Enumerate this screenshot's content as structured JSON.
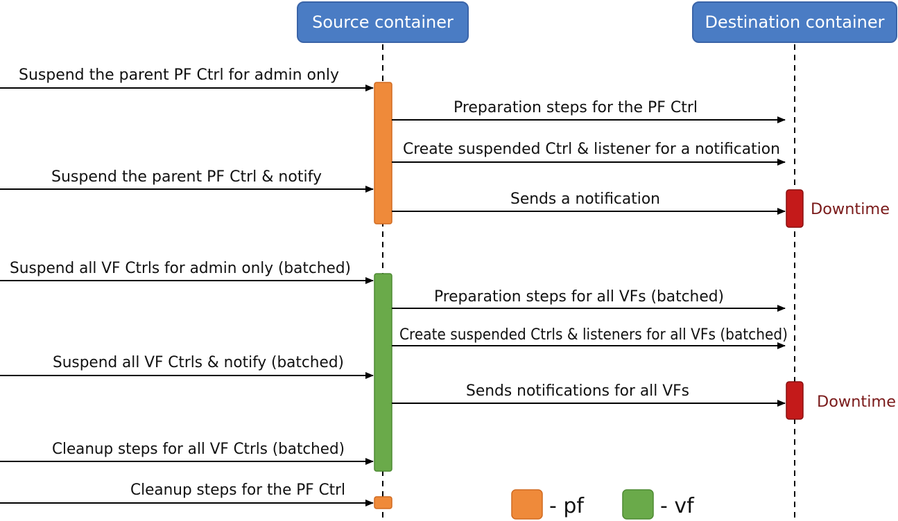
{
  "headers": {
    "source": "Source container",
    "destination": "Destination container"
  },
  "incoming_messages": [
    "Suspend the parent PF Ctrl for admin only",
    "Suspend the parent PF Ctrl & notify",
    "Suspend all VF Ctrls for admin only (batched)",
    "Suspend all VF Ctrls & notify (batched)",
    "Cleanup steps for all VF Ctrls (batched)",
    "Cleanup steps for the PF Ctrl"
  ],
  "outgoing_messages": [
    "Preparation steps for the PF Ctrl",
    "Create suspended Ctrl & listener for a notification",
    "Sends a notification",
    "Preparation steps for all VFs (batched)",
    "Create suspended Ctrls & listeners for all VFs (batched)",
    "Sends notifications for all VFs"
  ],
  "downtime": [
    "Downtime",
    "Downtime"
  ],
  "legend": {
    "pf": "- pf",
    "vf": "- vf"
  },
  "colors": {
    "header_fill": "#4a7cc4",
    "pf": "#ef8a3a",
    "vf": "#6aaa4a",
    "downtime": "#c41a1a",
    "downtime_text": "#7a1a1a"
  }
}
